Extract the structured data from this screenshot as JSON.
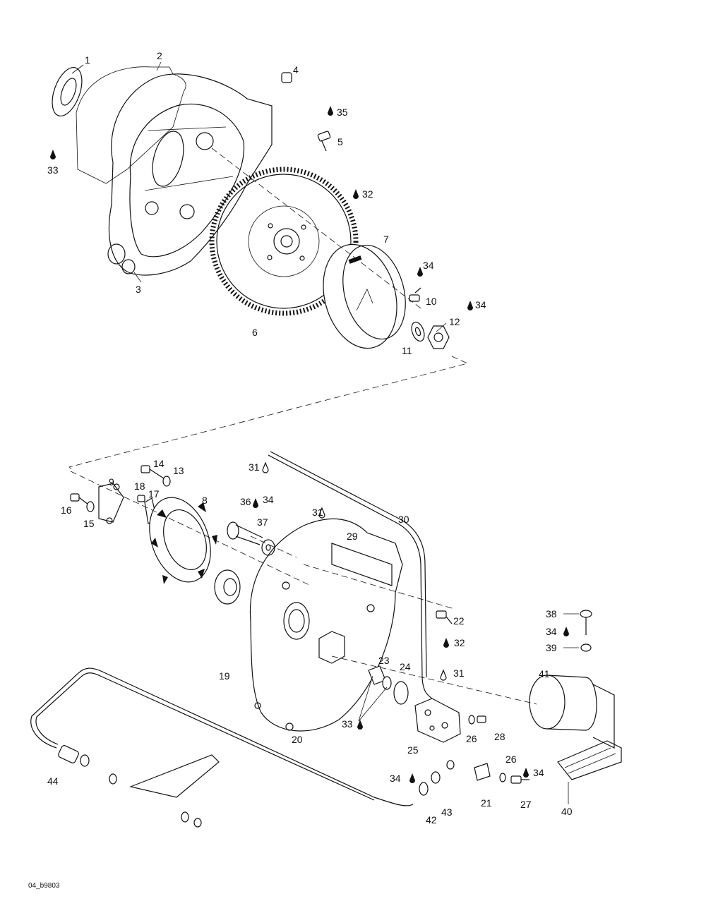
{
  "callouts": {
    "c1": "1",
    "c2": "2",
    "c3": "3",
    "c4": "4",
    "c5": "5",
    "c6": "6",
    "c7": "7",
    "c8": "8",
    "c9": "9",
    "c10": "10",
    "c11": "11",
    "c12": "12",
    "c13": "13",
    "c14": "14",
    "c15": "15",
    "c16": "16",
    "c17": "17",
    "c18": "18",
    "c19": "19",
    "c20": "20",
    "c21": "21",
    "c22": "22",
    "c23": "23",
    "c24": "24",
    "c25": "25",
    "c26": "26",
    "c27": "27",
    "c28": "28",
    "c29": "29",
    "c30": "30",
    "c31": "31",
    "c32": "32",
    "c33": "33",
    "c34": "34",
    "c35": "35",
    "c36": "36",
    "c37": "37",
    "c38": "38",
    "c39": "39",
    "c40": "40",
    "c41": "41",
    "c42": "42",
    "c43": "43",
    "c44": "44"
  },
  "reference_code": "04_b9803",
  "icons": [
    "lubricant-drop-icon"
  ]
}
